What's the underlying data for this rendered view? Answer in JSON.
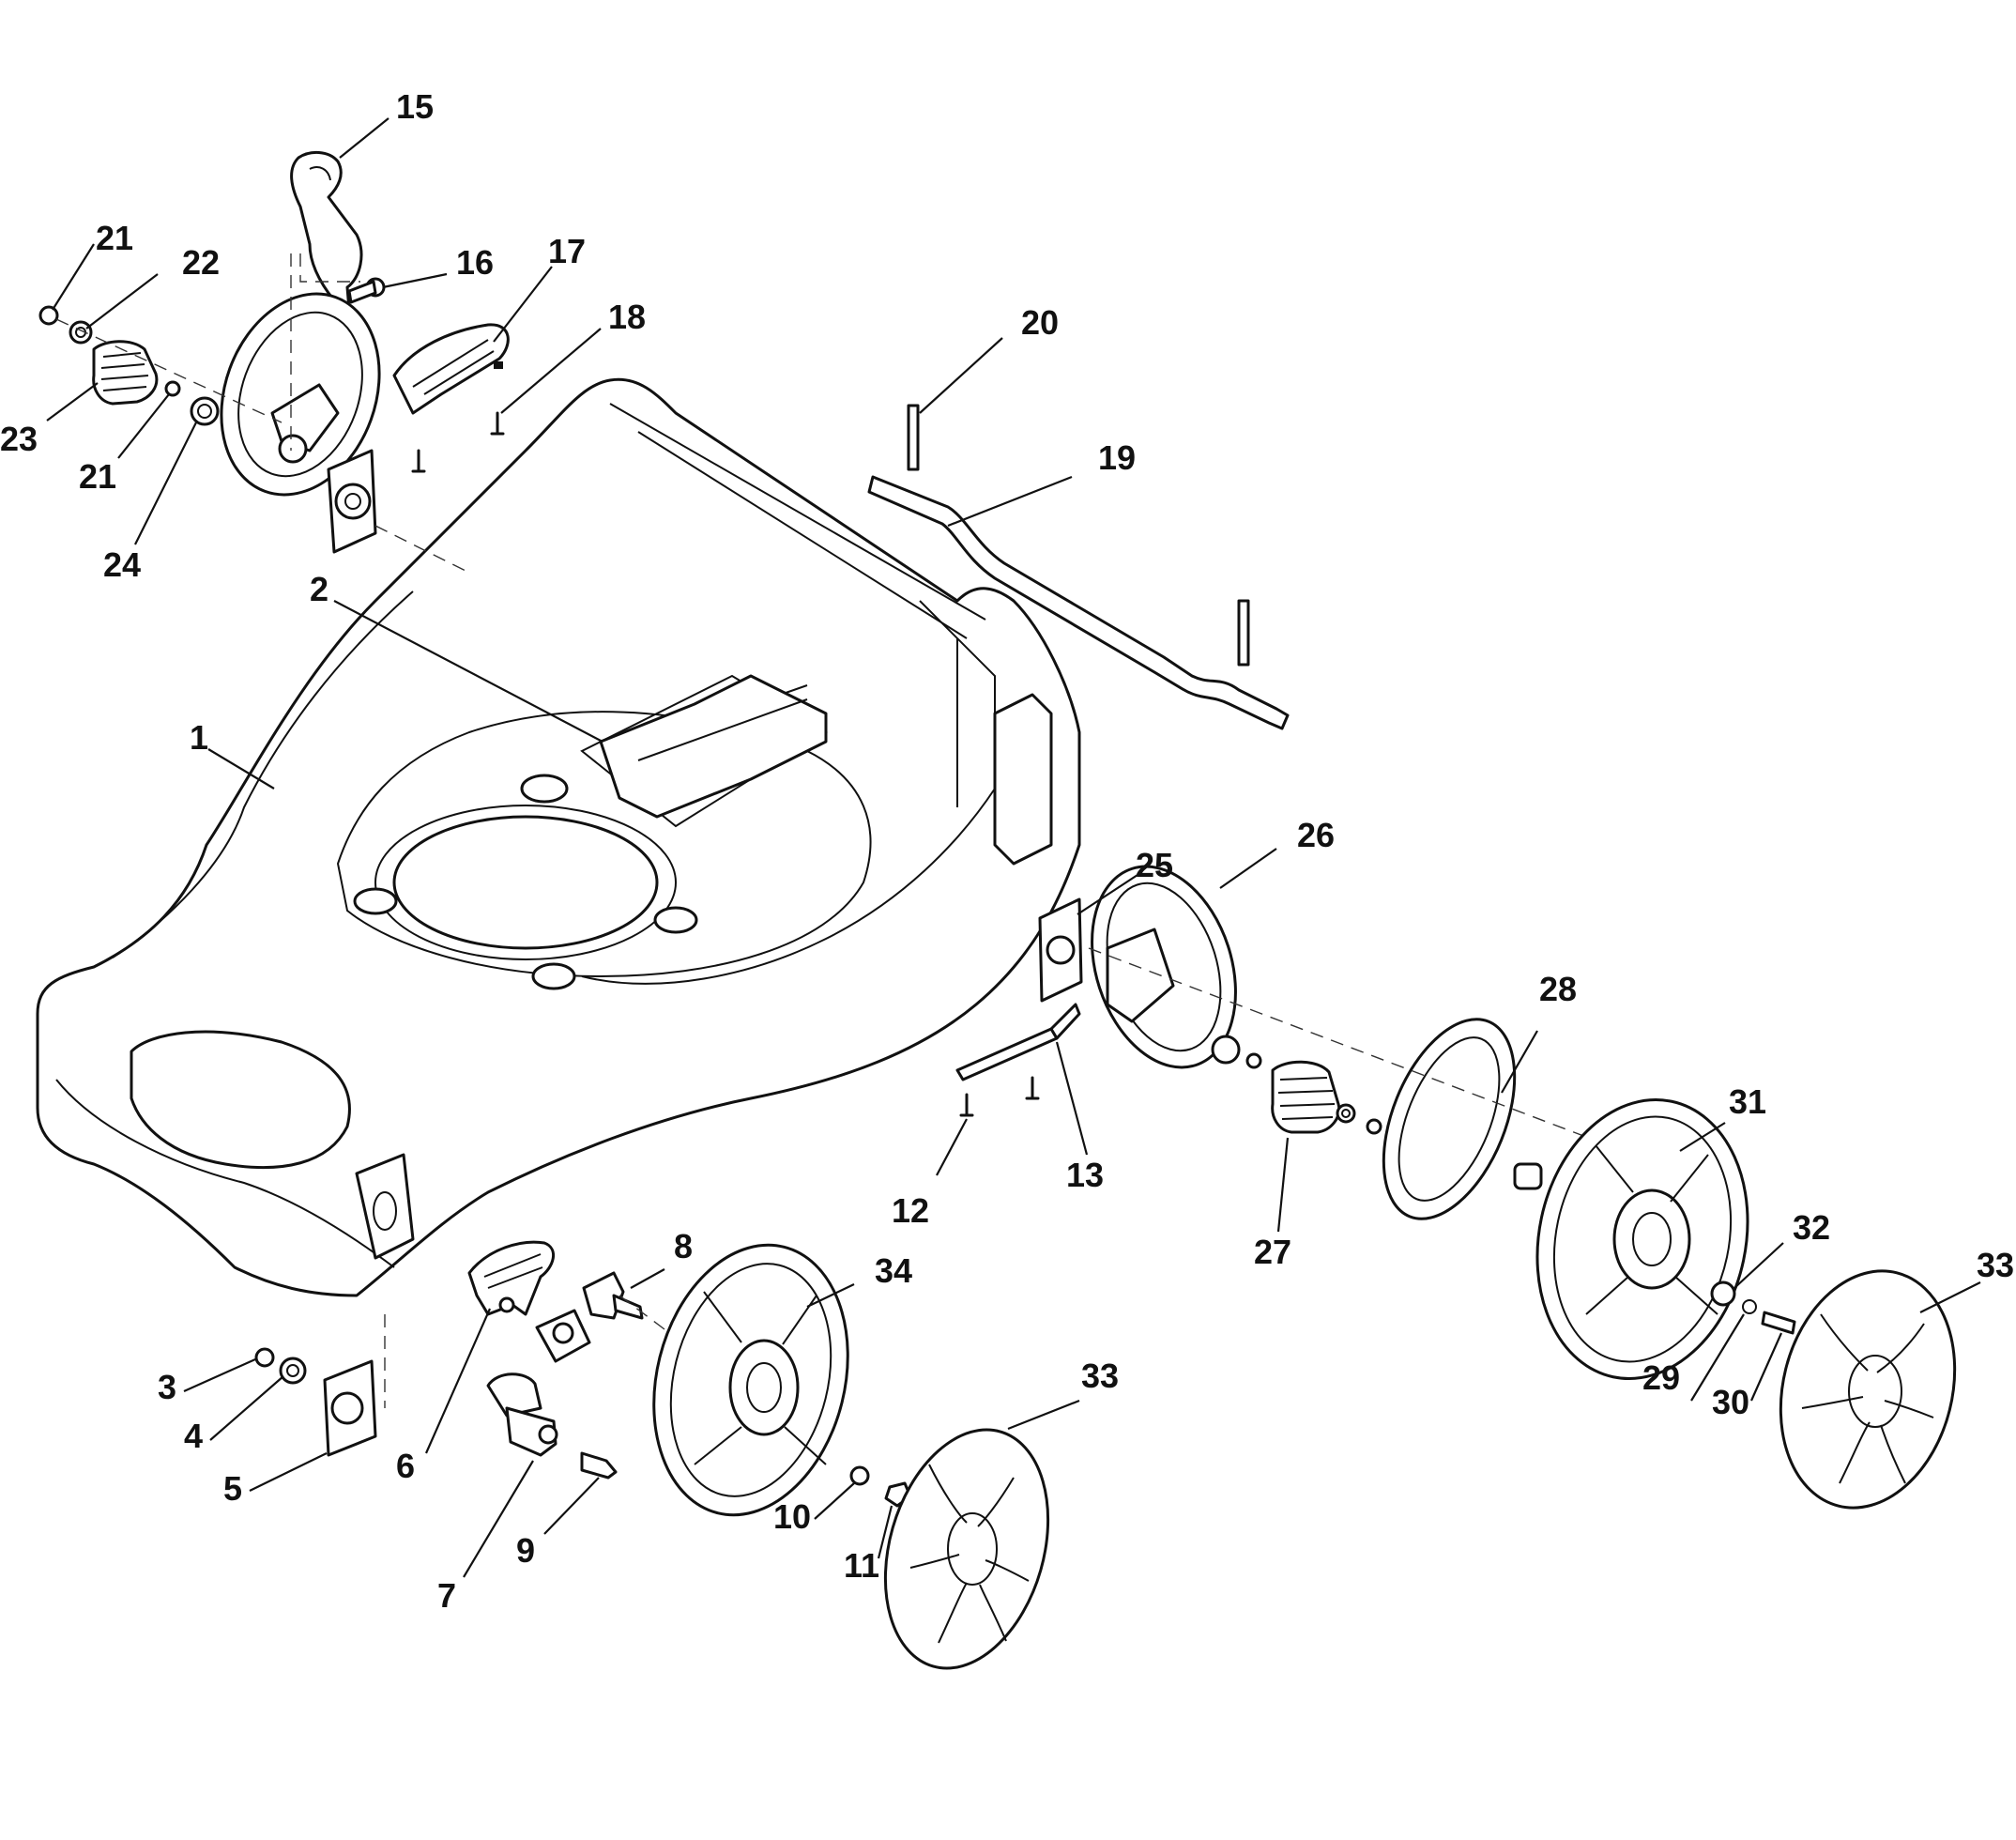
{
  "callouts": [
    {
      "id": "p1",
      "text": "1"
    },
    {
      "id": "p2",
      "text": "2"
    },
    {
      "id": "p3",
      "text": "3"
    },
    {
      "id": "p4",
      "text": "4"
    },
    {
      "id": "p5",
      "text": "5"
    },
    {
      "id": "p6",
      "text": "6"
    },
    {
      "id": "p7",
      "text": "7"
    },
    {
      "id": "p8",
      "text": "8"
    },
    {
      "id": "p9",
      "text": "9"
    },
    {
      "id": "p10",
      "text": "10"
    },
    {
      "id": "p11",
      "text": "11"
    },
    {
      "id": "p12",
      "text": "12"
    },
    {
      "id": "p13",
      "text": "13"
    },
    {
      "id": "p15",
      "text": "15"
    },
    {
      "id": "p16",
      "text": "16"
    },
    {
      "id": "p17",
      "text": "17"
    },
    {
      "id": "p18",
      "text": "18"
    },
    {
      "id": "p19",
      "text": "19"
    },
    {
      "id": "p20",
      "text": "20"
    },
    {
      "id": "p21a",
      "text": "21"
    },
    {
      "id": "p21b",
      "text": "21"
    },
    {
      "id": "p22",
      "text": "22"
    },
    {
      "id": "p23",
      "text": "23"
    },
    {
      "id": "p24",
      "text": "24"
    },
    {
      "id": "p25",
      "text": "25"
    },
    {
      "id": "p26",
      "text": "26"
    },
    {
      "id": "p27",
      "text": "27"
    },
    {
      "id": "p28",
      "text": "28"
    },
    {
      "id": "p29",
      "text": "29"
    },
    {
      "id": "p30",
      "text": "30"
    },
    {
      "id": "p31",
      "text": "31"
    },
    {
      "id": "p32",
      "text": "32"
    },
    {
      "id": "p33a",
      "text": "33"
    },
    {
      "id": "p33b",
      "text": "33"
    },
    {
      "id": "p34",
      "text": "34"
    }
  ]
}
